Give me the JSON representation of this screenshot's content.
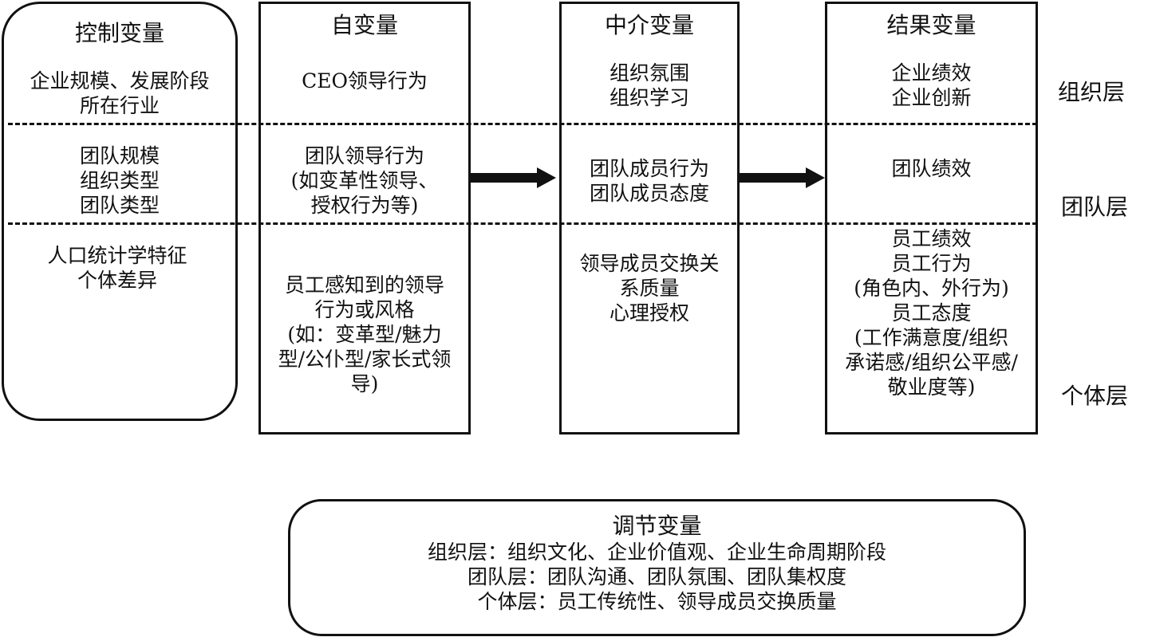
{
  "columns": {
    "control": {
      "title": "控制变量",
      "org": [
        "企业规模、发展阶段",
        "所在行业"
      ],
      "team": [
        "团队规模",
        "组织类型",
        "团队类型"
      ],
      "individual": [
        "人口统计学特征",
        "个体差异"
      ]
    },
    "independent": {
      "title": "自变量",
      "org": [
        "CEO领导行为"
      ],
      "team": [
        "团队领导行为",
        "(如变革性领导、",
        "授权行为等)"
      ],
      "individual": [
        "员工感知到的领导",
        "行为或风格",
        "(如：变革型/魅力",
        "型/公仆型/家长式领",
        "导)"
      ]
    },
    "mediator": {
      "title": "中介变量",
      "org": [
        "组织氛围",
        "组织学习"
      ],
      "team": [
        "团队成员行为",
        "团队成员态度"
      ],
      "individual": [
        "领导成员交换关",
        "系质量",
        "心理授权"
      ]
    },
    "outcome": {
      "title": "结果变量",
      "org": [
        "企业绩效",
        "企业创新"
      ],
      "team": [
        "团队绩效"
      ],
      "individual": [
        "员工绩效",
        "员工行为",
        "(角色内、外行为)",
        "员工态度",
        "(工作满意度/组织",
        "承诺感/组织公平感/",
        "敬业度等)"
      ]
    }
  },
  "levels": {
    "org": "组织层",
    "team": "团队层",
    "individual": "个体层"
  },
  "moderator": {
    "title": "调节变量",
    "lines": [
      "组织层：组织文化、企业价值观、企业生命周期阶段",
      "团队层：团队沟通、团队氛围、团队集权度",
      "个体层：员工传统性、领导成员交换质量"
    ]
  }
}
